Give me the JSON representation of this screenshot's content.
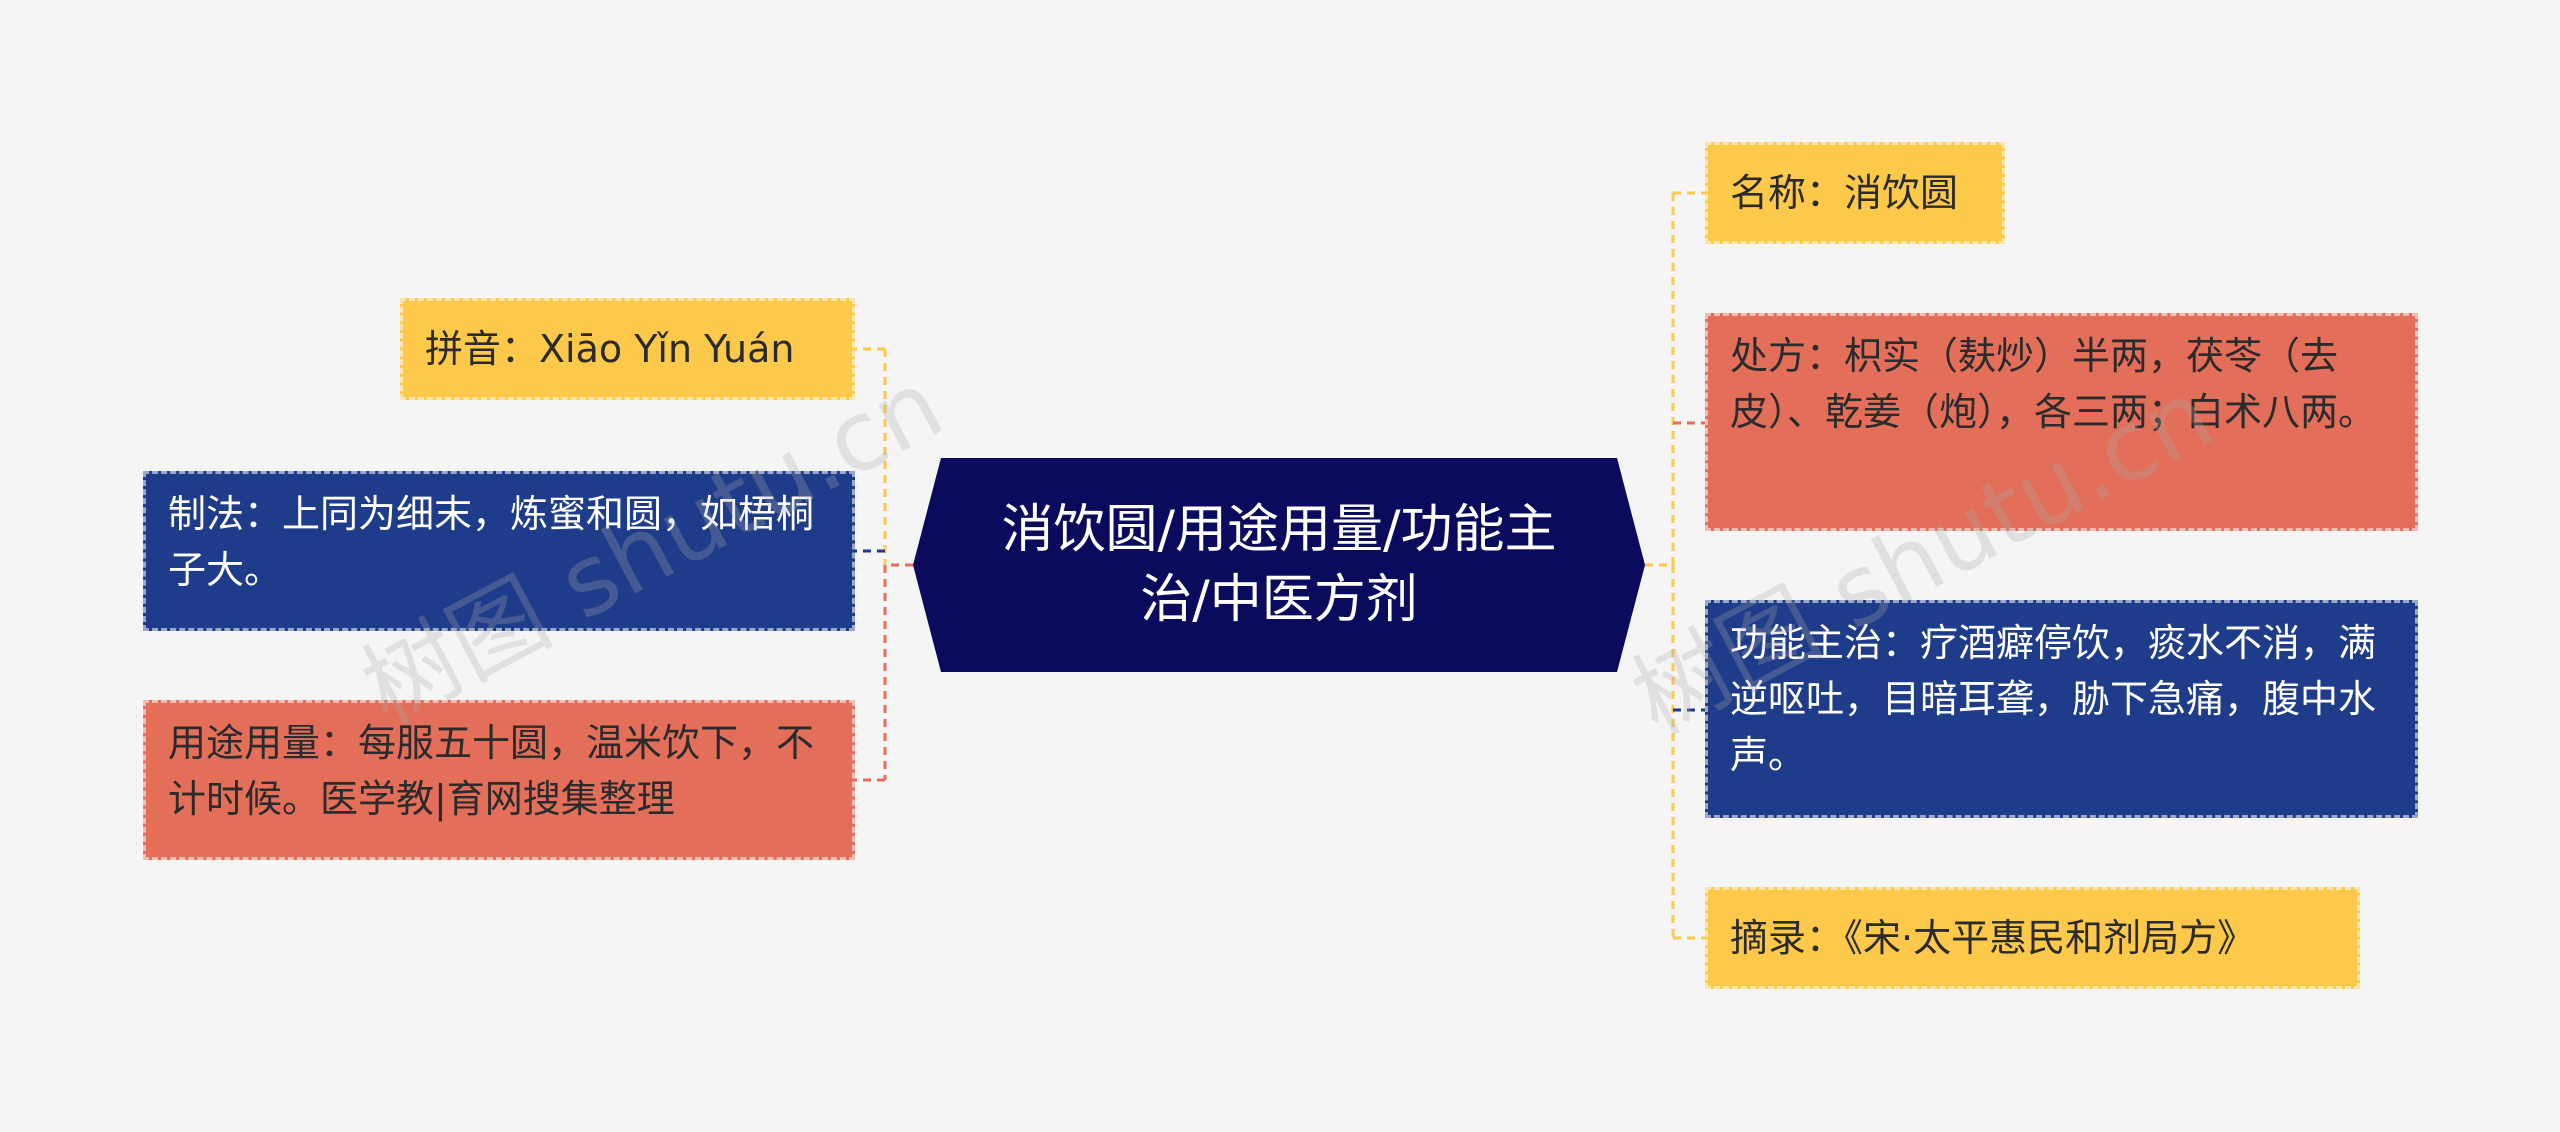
{
  "center": {
    "title": "消饮圆/用途用量/功能主治/中医方剂"
  },
  "left": [
    {
      "label": "拼音：Xiāo Yǐn Yuán",
      "color": "#fcc94a"
    },
    {
      "label": "制法：上同为细末，炼蜜和圆，如梧桐子大。",
      "color": "#1f3c8a"
    },
    {
      "label": "用途用量：每服五十圆，温米饮下，不计时候。医学教|育网搜集整理",
      "color": "#e36f5a"
    }
  ],
  "right": [
    {
      "label": "名称：消饮圆",
      "color": "#fcc94a"
    },
    {
      "label": "处方：枳实（麸炒）半两，茯苓（去皮）、乾姜（炮），各三两；白术八两。",
      "color": "#e36f5a"
    },
    {
      "label": "功能主治：疗酒癖停饮，痰水不消，满逆呕吐，目暗耳聋，胁下急痛，腹中水声。",
      "color": "#1f3c8a"
    },
    {
      "label": "摘录：《宋·太平惠民和剂局方》",
      "color": "#fcc94a"
    }
  ],
  "watermark": "树图 shutu.cn"
}
